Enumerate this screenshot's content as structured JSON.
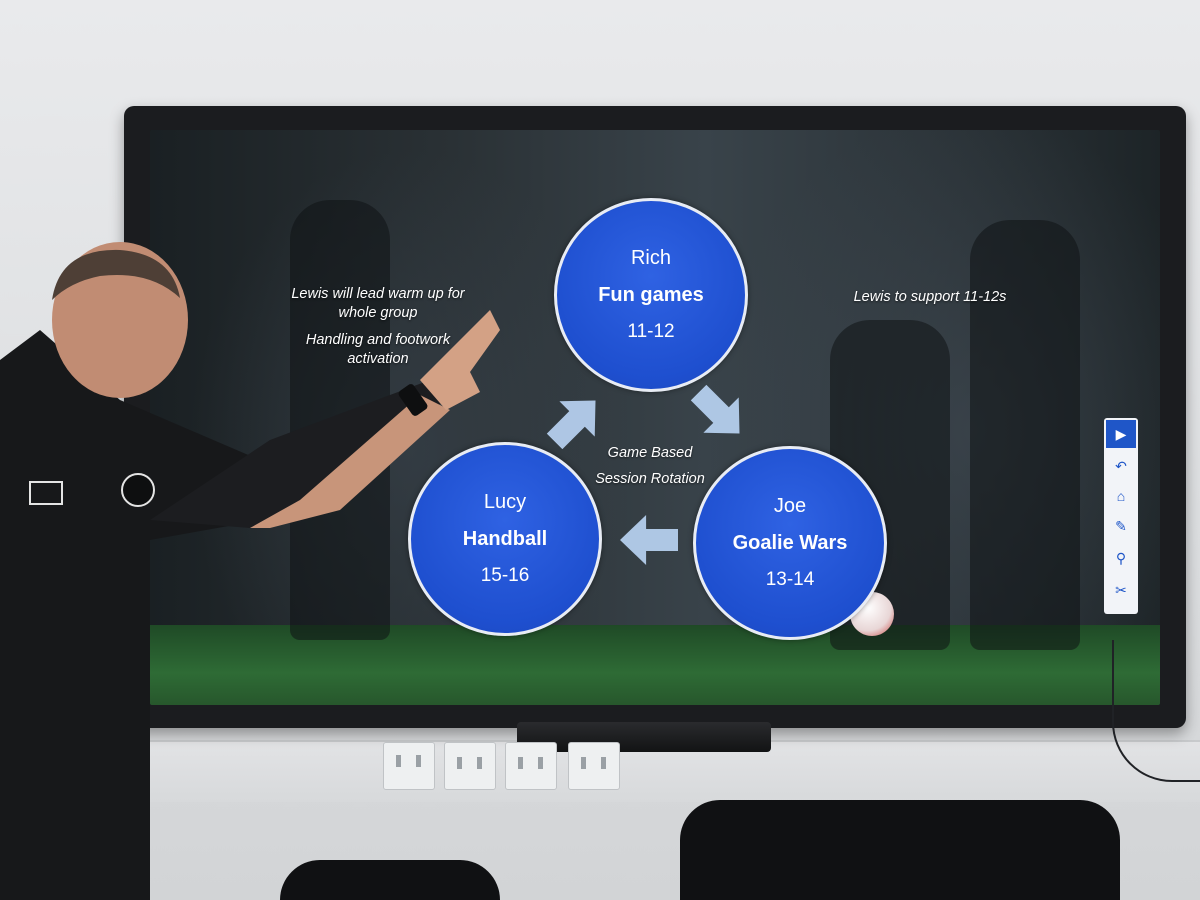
{
  "slide": {
    "circles": [
      {
        "name": "Rich",
        "activity": "Fun games",
        "ages": "11-12"
      },
      {
        "name": "Lucy",
        "activity": "Handball",
        "ages": "15-16"
      },
      {
        "name": "Joe",
        "activity": "Goalie Wars",
        "ages": "13-14"
      }
    ],
    "center_label_line1": "Game Based",
    "center_label_line2": "Session Rotation",
    "left_note_line1": "Lewis will lead warm up for",
    "left_note_line2": "whole group",
    "left_note_line3": "Handling and footwork",
    "left_note_line4": "activation",
    "right_note": "Lewis to support 11-12s"
  },
  "colors": {
    "circle_blue": "#1e4fcf",
    "arrow_blue": "#b9d3f2",
    "toolbar_blue": "#1f56c8"
  },
  "toolbar": {
    "icons": [
      "play-icon",
      "undo-icon",
      "home-icon",
      "pen-icon",
      "zoom-icon",
      "tools-icon"
    ]
  }
}
